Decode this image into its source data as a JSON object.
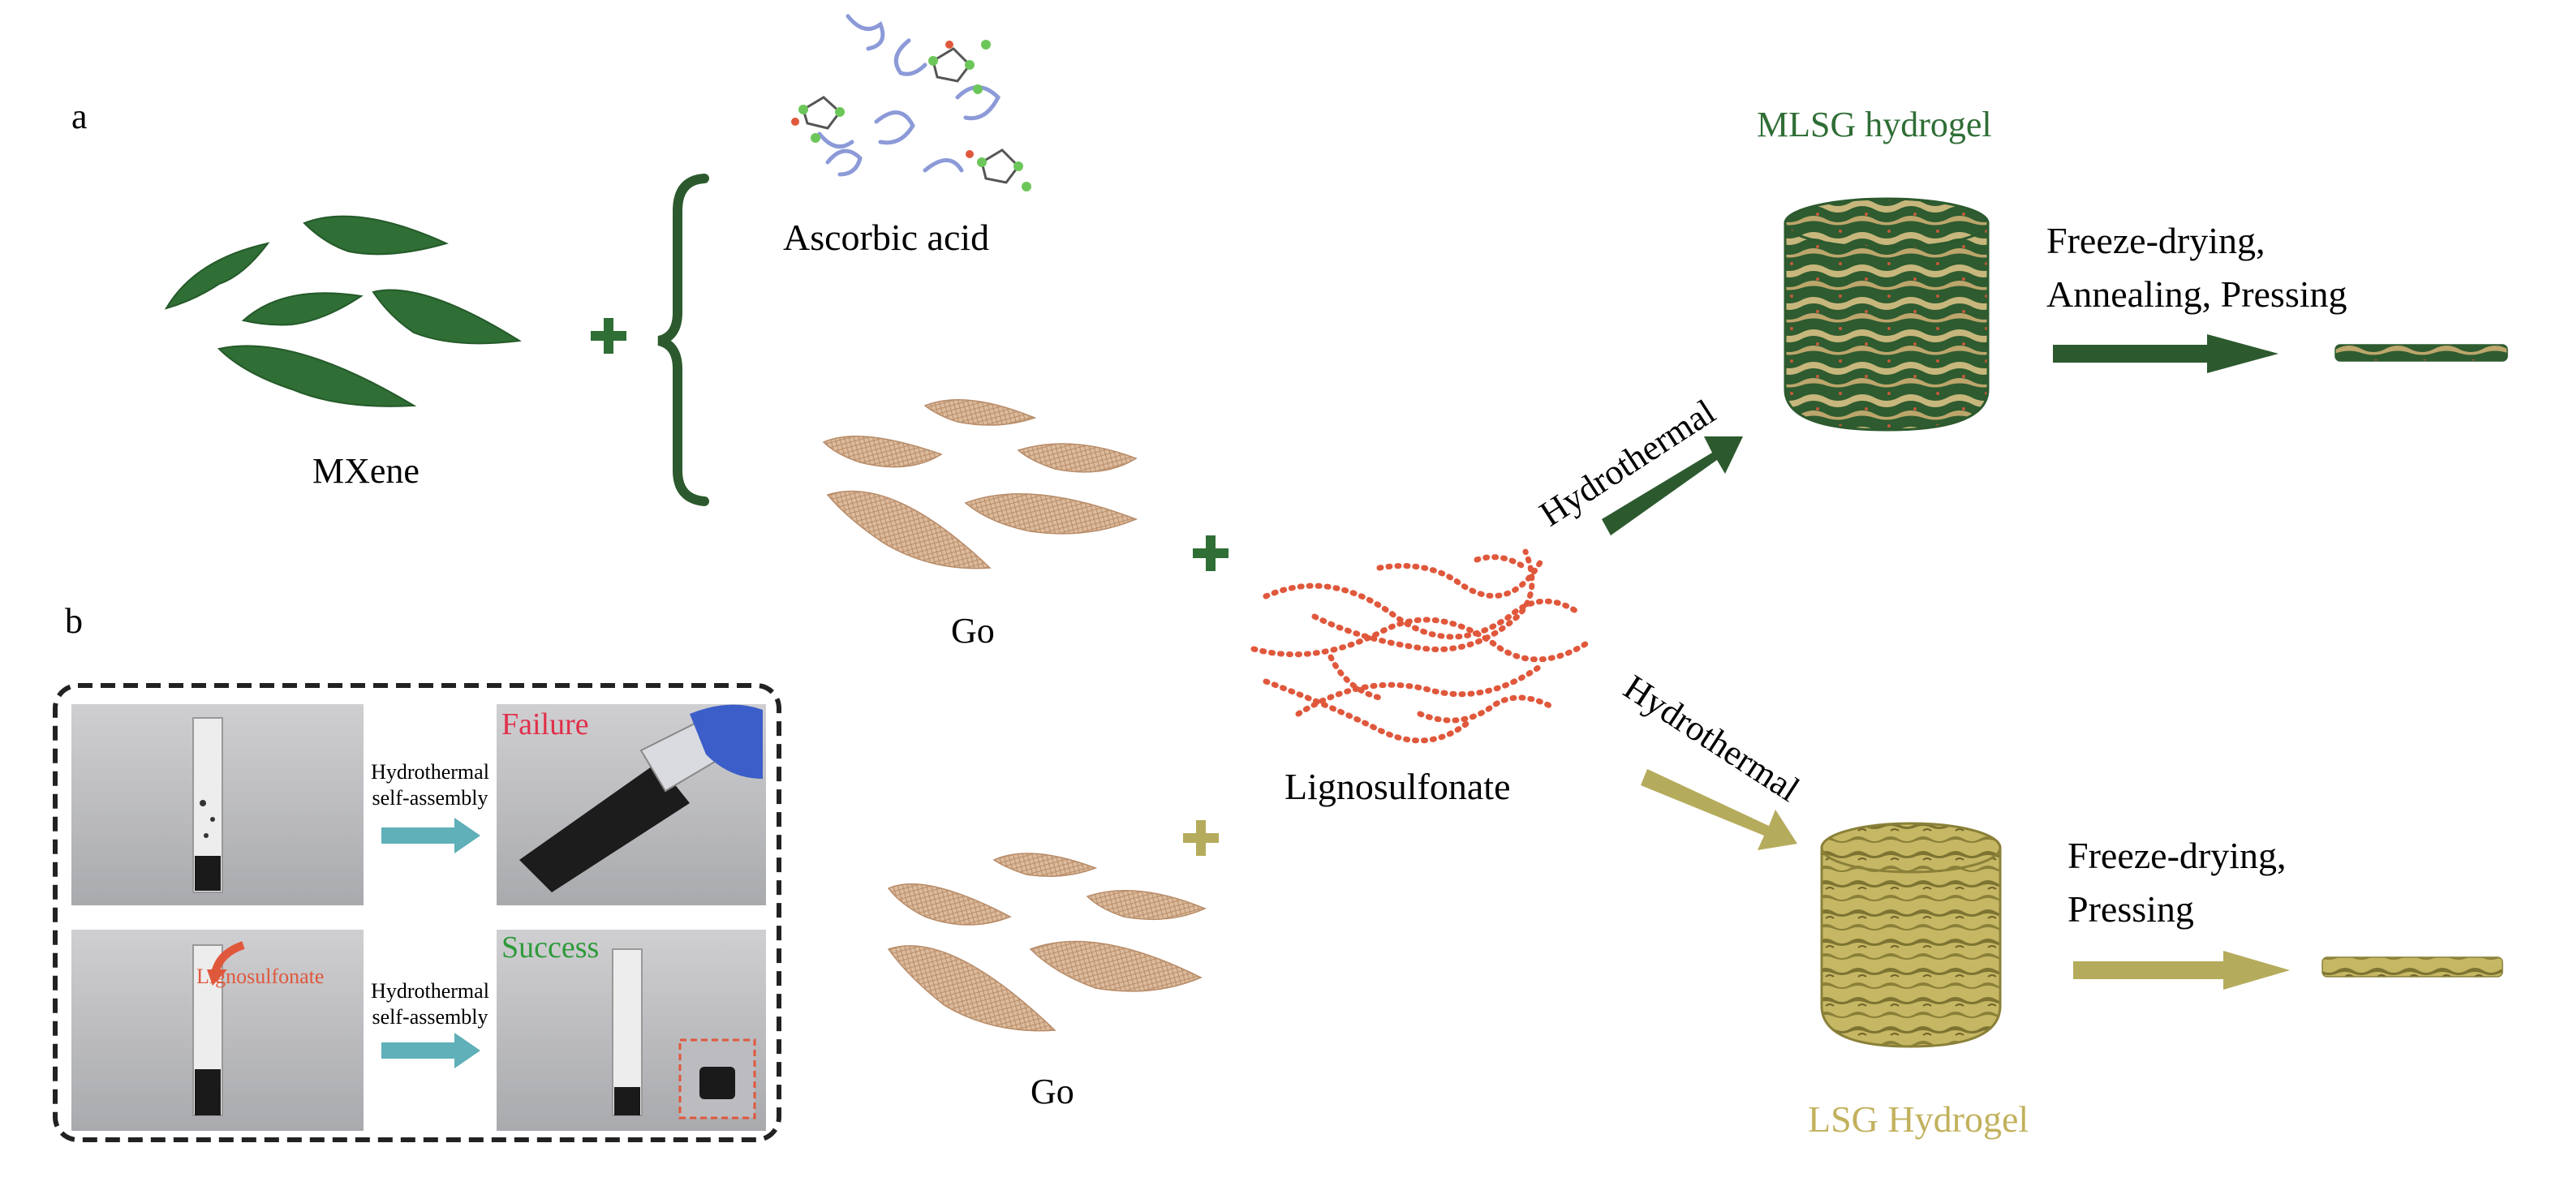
{
  "panel_a": {
    "letter": "a",
    "mxene_label": "MXene",
    "ascorbic_label": "Ascorbic acid",
    "go_top_label": "Go",
    "go_bottom_label": "Go",
    "ligno_label": "Lignosulfonate",
    "hydro_top_label": "Hydrothermal",
    "hydro_bottom_label": "Hydrothermal",
    "mlsg_label": "MLSG hydrogel",
    "lsg_label": "LSG Hydrogel",
    "post_top_line1": "Freeze-drying,",
    "post_top_line2": "Annealing, Pressing",
    "post_bottom_line1": "Freeze-drying,",
    "post_bottom_line2": "Pressing"
  },
  "panel_b": {
    "letter": "b",
    "process_line1": "Hydrothermal",
    "process_line2": "self-assembly",
    "process2_line1": "Hydrothermal",
    "process2_line2": "self-assembly",
    "failure_label": "Failure",
    "success_label": "Success",
    "ligno_tag": "Lignosulfonate"
  },
  "colors": {
    "mxene_green": "#2f6e35",
    "dark_green": "#2c5a2e",
    "olive": "#b5ab5c",
    "go_tan": "#c9a383",
    "ligno_red": "#e0583c",
    "failure_red": "#e0304a",
    "success_green": "#2f9a3a",
    "teal_arrow": "#5fb0b8",
    "ascorbic_blue": "#8c9ad8",
    "lsg_text": "#c2b15d"
  }
}
